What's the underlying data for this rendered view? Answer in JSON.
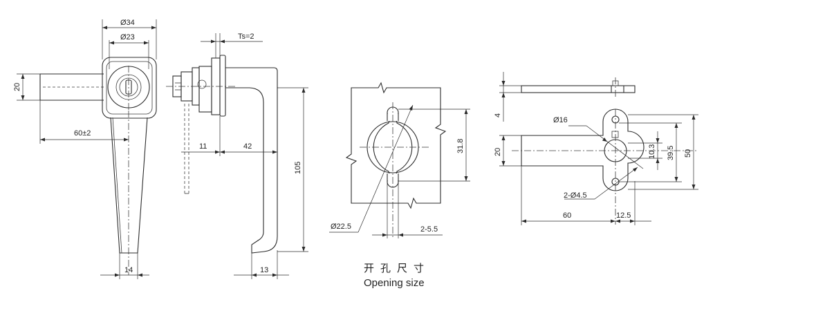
{
  "labels": {
    "phi34": "Ø34",
    "phi23": "Ø23",
    "d20_front": "20",
    "d60": "60±2",
    "d14": "14",
    "ts": "Ts=2",
    "d11": "11",
    "d42": "42",
    "d105": "105",
    "d13": "13",
    "d31_8": "31.8",
    "phi22_5": "Ø22.5",
    "d2_5_5": "2-5.5",
    "d4": "4",
    "d20_right": "20",
    "phi16": "Ø16",
    "d10_3": "10.3",
    "d39_5": "39.5",
    "d50": "50",
    "d2phi4_5": "2-Ø4.5",
    "d60_right": "60",
    "d12_5": "12.5"
  },
  "caption": {
    "chinese": "开孔尺寸",
    "english": "Opening size"
  }
}
